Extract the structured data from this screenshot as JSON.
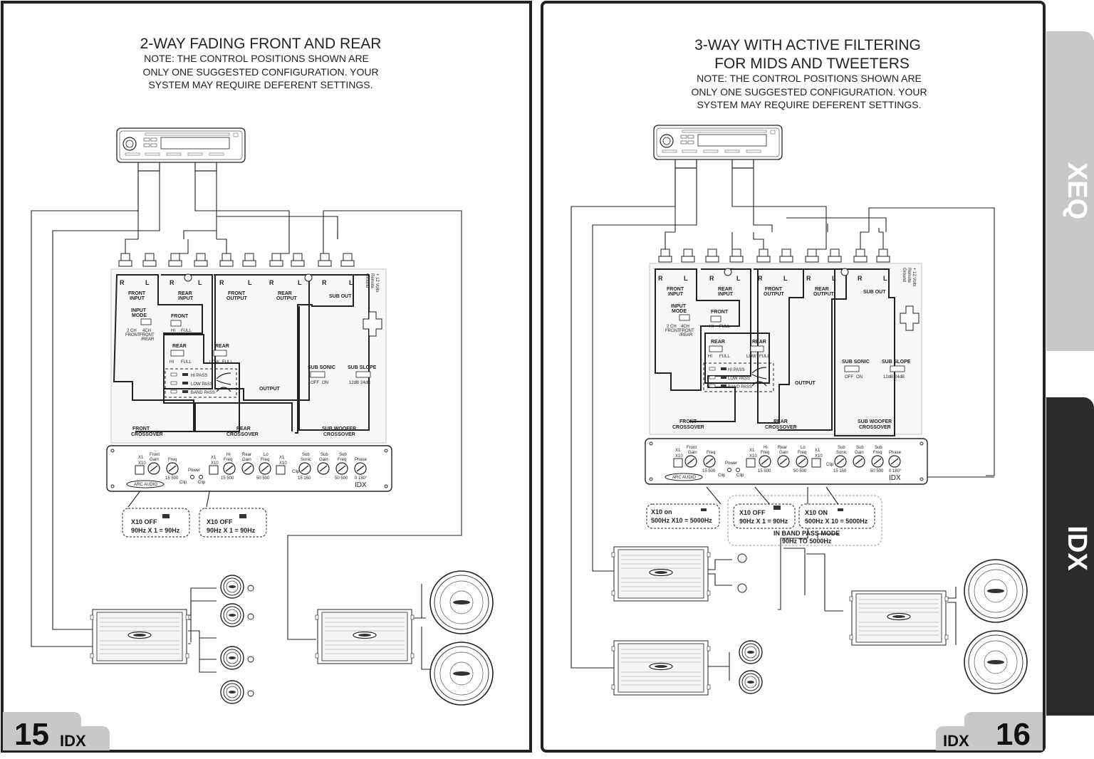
{
  "left_page": {
    "title": "2-WAY FADING FRONT AND REAR",
    "note_lines": [
      "NOTE: THE CONTROL POSITIONS SHOWN ARE",
      "ONLY ONE SUGGESTED CONFIGURATION. YOUR",
      "SYSTEM MAY REQUIRE DEFERENT SETTINGS."
    ],
    "page_number": "15",
    "page_label": "IDX",
    "callouts": [
      {
        "line1": "X10 OFF",
        "line2": "90Hz X 1 = 90Hz"
      },
      {
        "line1": "X10 OFF",
        "line2": "90Hz X 1 = 90Hz"
      }
    ]
  },
  "right_page": {
    "title_lines": [
      "3-WAY WITH ACTIVE FILTERING",
      "FOR MIDS AND TWEETERS"
    ],
    "note_lines": [
      "NOTE: THE CONTROL POSITIONS SHOWN ARE",
      "ONLY ONE SUGGESTED CONFIGURATION. YOUR",
      "SYSTEM MAY REQUIRE DEFERENT SETTINGS."
    ],
    "page_number": "16",
    "page_label": "IDX",
    "callouts": [
      {
        "line1": "X10 on",
        "line2": "500Hz X10 = 5000Hz"
      },
      {
        "line1": "X10 OFF",
        "line2": "90Hz X 1 = 90Hz"
      },
      {
        "line1": "X10 ON",
        "line2": "500Hz X 10 = 5000Hz"
      }
    ],
    "band_pass_lines": [
      "IN BAND PASS MODE",
      "90Hz TO 5000Hz"
    ]
  },
  "side_tabs": {
    "top": "XEQ",
    "bottom": "IDX",
    "top_color": "#c8c8c8",
    "bottom_color": "#2b2b2b"
  },
  "unit_panel": {
    "r": "R",
    "l": "L",
    "front_input": [
      "FRONT",
      "INPUT"
    ],
    "rear_input": [
      "REAR",
      "INPUT"
    ],
    "front_output": [
      "FRONT",
      "OUTPUT"
    ],
    "rear_output": [
      "REAR",
      "OUTPUT"
    ],
    "sub_out": "SUB OUT",
    "power_lines": [
      "+ 12 Volts",
      "Remote",
      "Ground"
    ],
    "input_mode": [
      "INPUT",
      "MODE"
    ],
    "input_mode_opts": [
      "2 CH",
      "FRONT",
      "4CH",
      "FRONT",
      "/REAR"
    ],
    "front": "FRONT",
    "rear": "REAR",
    "hi": "HI",
    "full": "FULL",
    "low": "LOW",
    "hi_pass": "HI PASS",
    "low_pass": "LOW PASS",
    "band_pass": "BAND PASS",
    "output": "OUTPUT",
    "sub_sonic": "SUB SONIC",
    "sub_slope": "SUB SLOPE",
    "off": "OFF",
    "on": "ON",
    "db12": "12dB",
    "db24": "24dB",
    "front_crossover": [
      "FRONT",
      "CROSSOVER"
    ],
    "rear_crossover": [
      "REAR",
      "CROSSOVER"
    ],
    "sub_crossover": [
      "SUB WOOFER",
      "CROSSOVER"
    ]
  },
  "control_panel": {
    "x1": "X1",
    "x10": "X10",
    "front": "Front",
    "rear": "Rear",
    "gain": "Gain",
    "freq": "Freq",
    "hi_freq": [
      "Hi",
      "Freq"
    ],
    "lo_freq": [
      "Lo",
      "Freq"
    ],
    "sub_sonic": [
      "Sub",
      "Sonic"
    ],
    "sub_gain": [
      "Sub",
      "Gain"
    ],
    "sub_freq": [
      "Sub",
      "Freq"
    ],
    "phase": "Phase",
    "power": "Power",
    "clip": "Clip",
    "r15_500": "15  500",
    "r50_500": "50  500",
    "r15_150": "15  150",
    "r0_180": "0   180°",
    "brand": "ARC AUDIO",
    "model": "IDX"
  }
}
